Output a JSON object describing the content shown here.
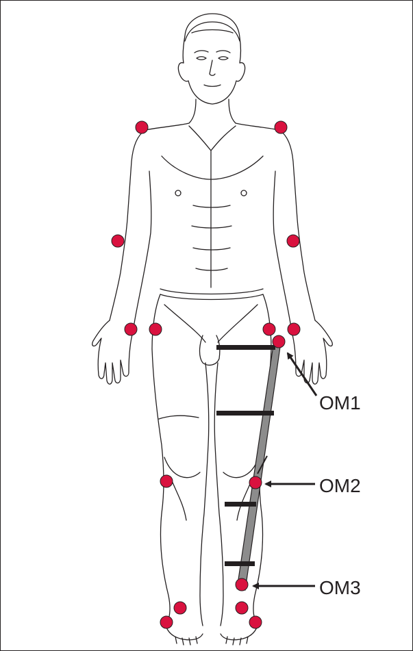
{
  "labels": {
    "om1": "OM1",
    "om2": "OM2",
    "om3": "OM3"
  },
  "colors": {
    "marker": "#d9123f",
    "outline": "#231f20",
    "device": "#8c8c8c",
    "strap": "#231f20"
  },
  "icons": {
    "marker": "red-circle",
    "figure": "human-figure-line-art"
  }
}
